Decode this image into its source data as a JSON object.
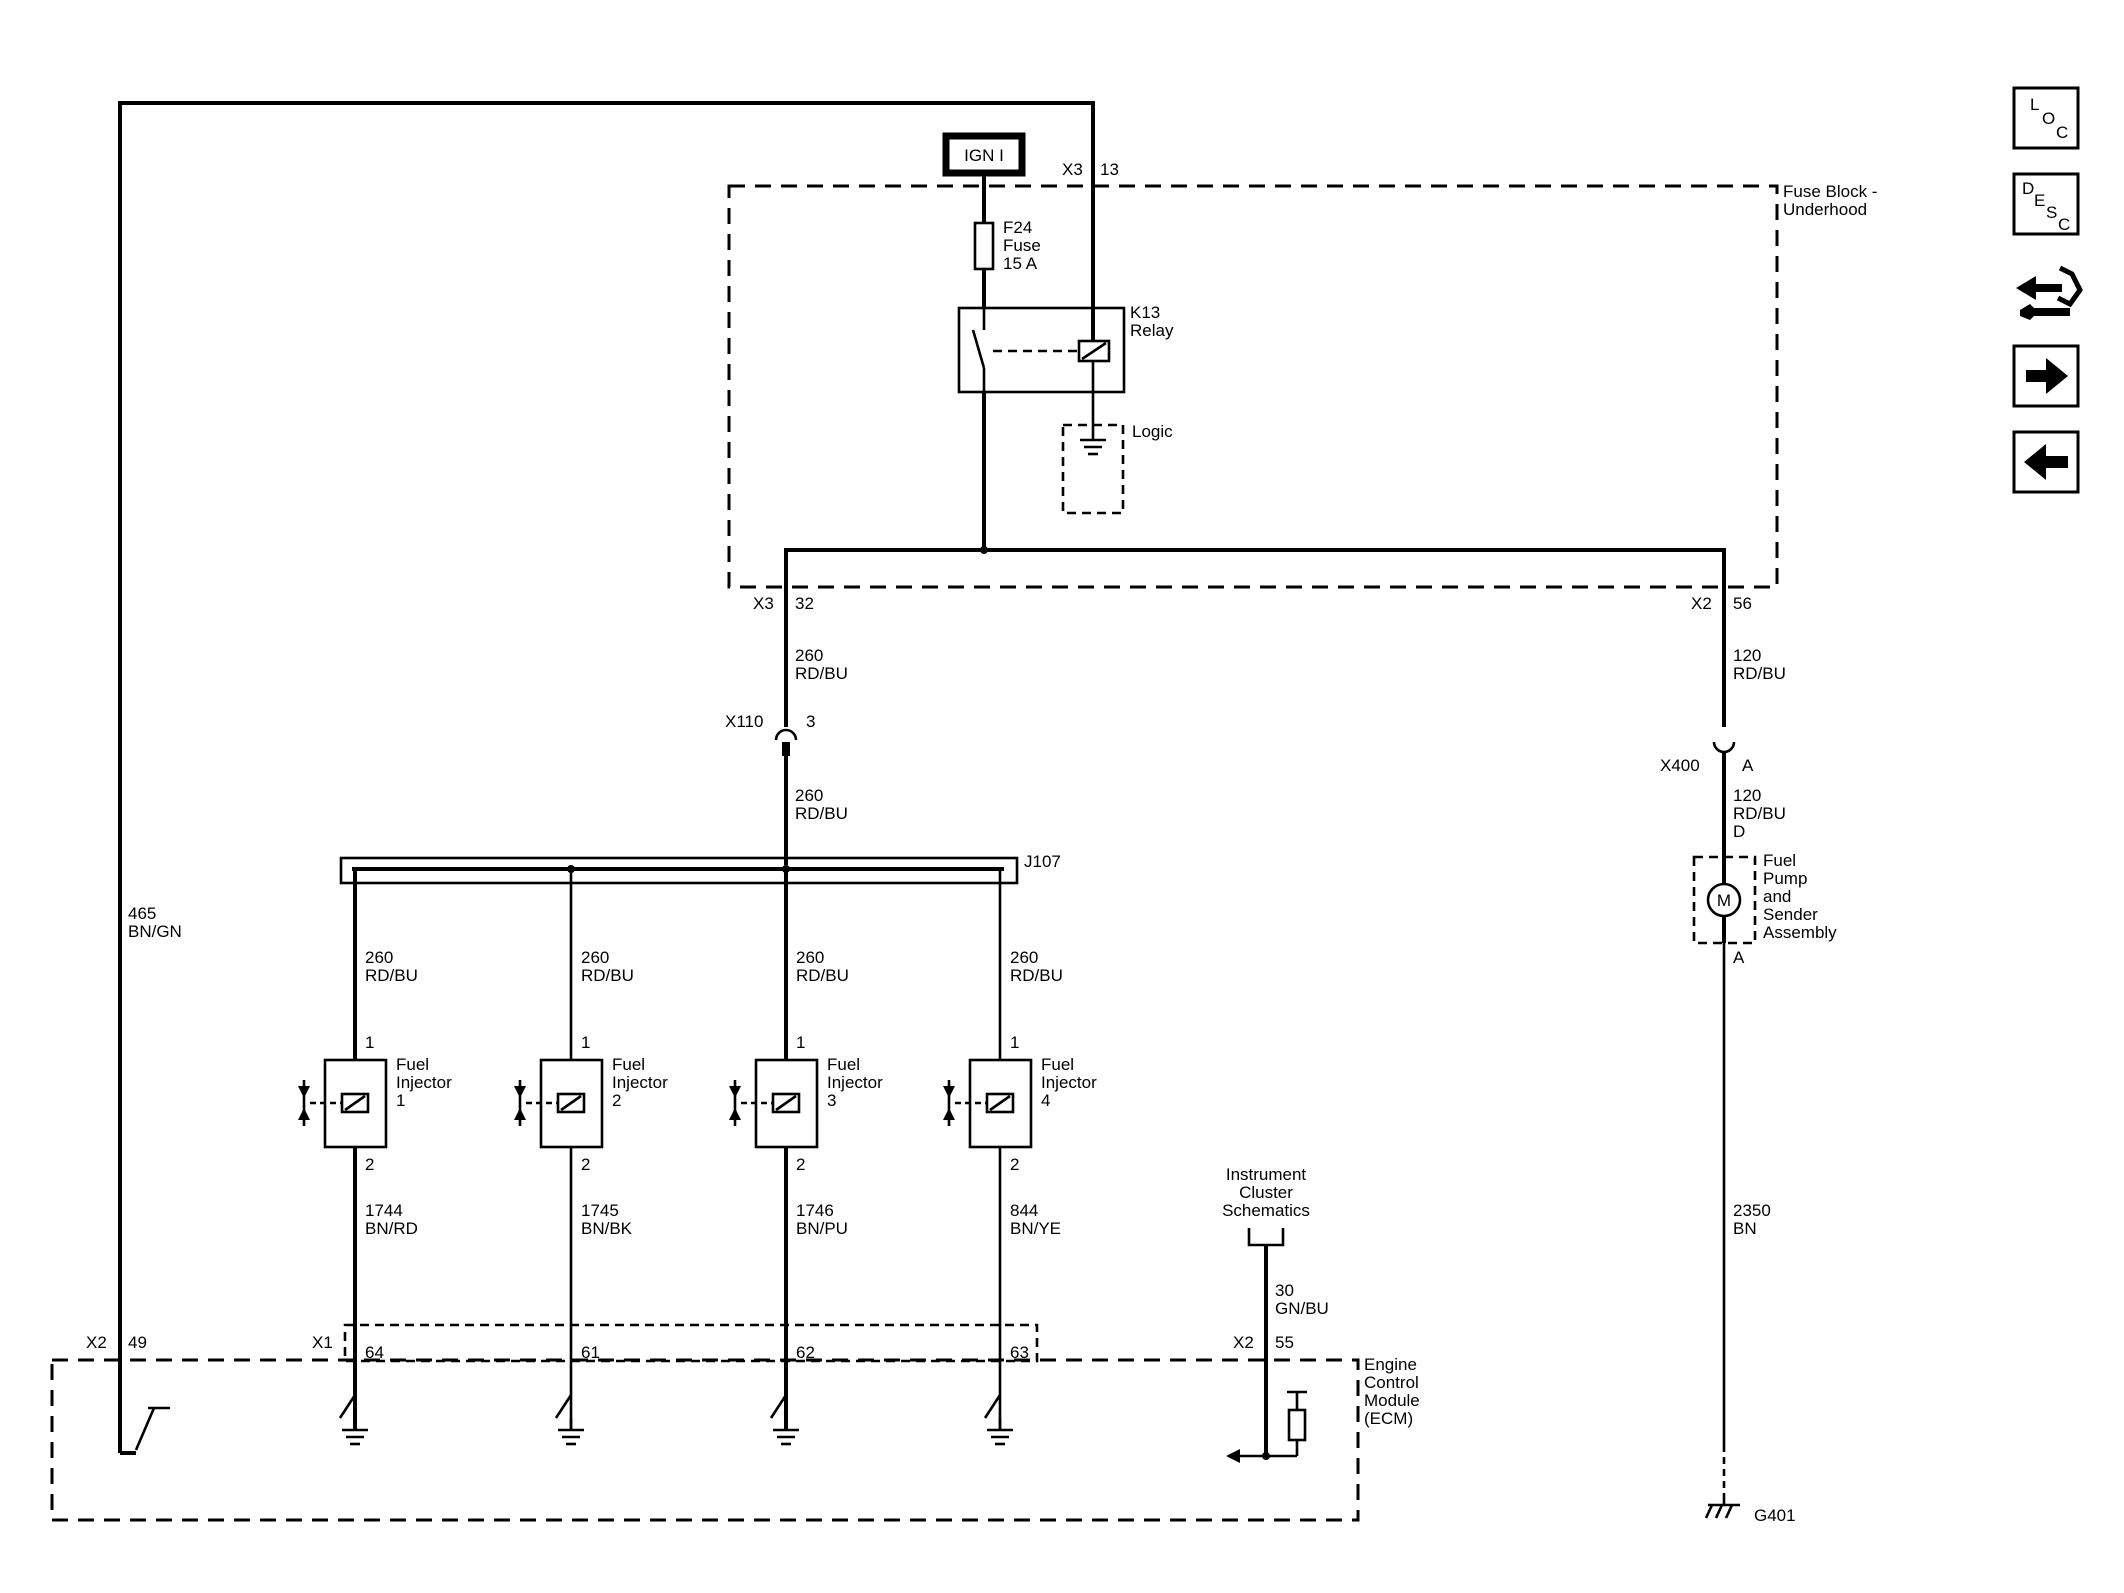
{
  "labels": {
    "ign": "IGN I",
    "x3_top": "X3",
    "pin_13": "13",
    "fuse_block_1": "Fuse Block -",
    "fuse_block_2": "Underhood",
    "f24": "F24",
    "fuse": "Fuse",
    "amp": "15 A",
    "k13": "K13",
    "relay": "Relay",
    "logic": "Logic",
    "x3_bottom": "X3",
    "pin_32": "32",
    "x2_right": "X2",
    "pin_56": "56",
    "w_260_a": "260",
    "w_rdbu_a": "RD/BU",
    "x110": "X110",
    "pin_3": "3",
    "w_260_b": "260",
    "w_rdbu_b": "RD/BU",
    "j107": "J107",
    "w_120_a": "120",
    "w_rdbu_c": "RD/BU",
    "x400": "X400",
    "pin_a1": "A",
    "w_120_b": "120",
    "w_rdbu_d": "RD/BU",
    "pin_d": "D",
    "pump_1": "Fuel",
    "pump_2": "Pump",
    "pump_3": "and",
    "pump_4": "Sender",
    "pump_5": "Assembly",
    "motor": "M",
    "pin_a2": "A",
    "w_465": "465",
    "w_bngn": "BN/GN",
    "w_2350": "2350",
    "w_bn": "BN",
    "g401": "G401",
    "ic_1": "Instrument",
    "ic_2": "Cluster",
    "ic_3": "Schematics",
    "w_30": "30",
    "w_gnbu": "GN/BU",
    "x2_49": "X2",
    "pin_49": "49",
    "x1": "X1",
    "x2_55": "X2",
    "pin_55": "55",
    "ecm_1": "Engine",
    "ecm_2": "Control",
    "ecm_3": "Module",
    "ecm_4": "(ECM)"
  },
  "injectors": [
    {
      "top_circuit": "260",
      "top_color": "RD/BU",
      "pin_top": "1",
      "name_1": "Fuel",
      "name_2": "Injector",
      "number": "1",
      "pin_bottom": "2",
      "bottom_circuit": "1744",
      "bottom_color": "BN/RD",
      "ecm_pin": "64"
    },
    {
      "top_circuit": "260",
      "top_color": "RD/BU",
      "pin_top": "1",
      "name_1": "Fuel",
      "name_2": "Injector",
      "number": "2",
      "pin_bottom": "2",
      "bottom_circuit": "1745",
      "bottom_color": "BN/BK",
      "ecm_pin": "61"
    },
    {
      "top_circuit": "260",
      "top_color": "RD/BU",
      "pin_top": "1",
      "name_1": "Fuel",
      "name_2": "Injector",
      "number": "3",
      "pin_bottom": "2",
      "bottom_circuit": "1746",
      "bottom_color": "BN/PU",
      "ecm_pin": "62"
    },
    {
      "top_circuit": "260",
      "top_color": "RD/BU",
      "pin_top": "1",
      "name_1": "Fuel",
      "name_2": "Injector",
      "number": "4",
      "pin_bottom": "2",
      "bottom_circuit": "844",
      "bottom_color": "BN/YE",
      "ecm_pin": "63"
    }
  ],
  "nav_buttons": [
    {
      "icon": "loc-icon",
      "line1": "L",
      "line2": "O",
      "line3": "C"
    },
    {
      "icon": "desc-icon",
      "line1": "D",
      "line2": "E",
      "line3": "S",
      "line4": "C"
    },
    {
      "icon": "connector-tool-icon"
    },
    {
      "icon": "arrow-right-icon"
    },
    {
      "icon": "arrow-left-icon"
    }
  ]
}
